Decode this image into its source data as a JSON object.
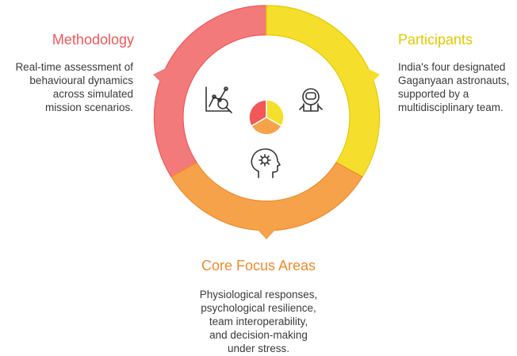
{
  "colors": {
    "methodology": "#f2575a",
    "methodology_fill": "#f27a7b",
    "participants": "#e6c800",
    "participants_fill": "#f5df2c",
    "core": "#ef8a2c",
    "core_fill": "#f6a24a",
    "icon_stroke": "#333333"
  },
  "sections": {
    "methodology": {
      "title": "Methodology",
      "lines": [
        "Real-time assessment of",
        "behavioural dynamics",
        "across simulated",
        "mission scenarios."
      ],
      "icon": "chart-magnifier-icon"
    },
    "participants": {
      "title": "Participants",
      "lines": [
        "India's four designated",
        "Gaganyaan astronauts,",
        "supported by a",
        "multidisciplinary team."
      ],
      "icon": "astronaut-icon"
    },
    "core": {
      "title": "Core Focus Areas",
      "lines": [
        "Physiological responses,",
        "psychological resilience,",
        "team interoperability,",
        "and decision-making",
        "under stress."
      ],
      "icon": "head-gear-icon"
    }
  }
}
